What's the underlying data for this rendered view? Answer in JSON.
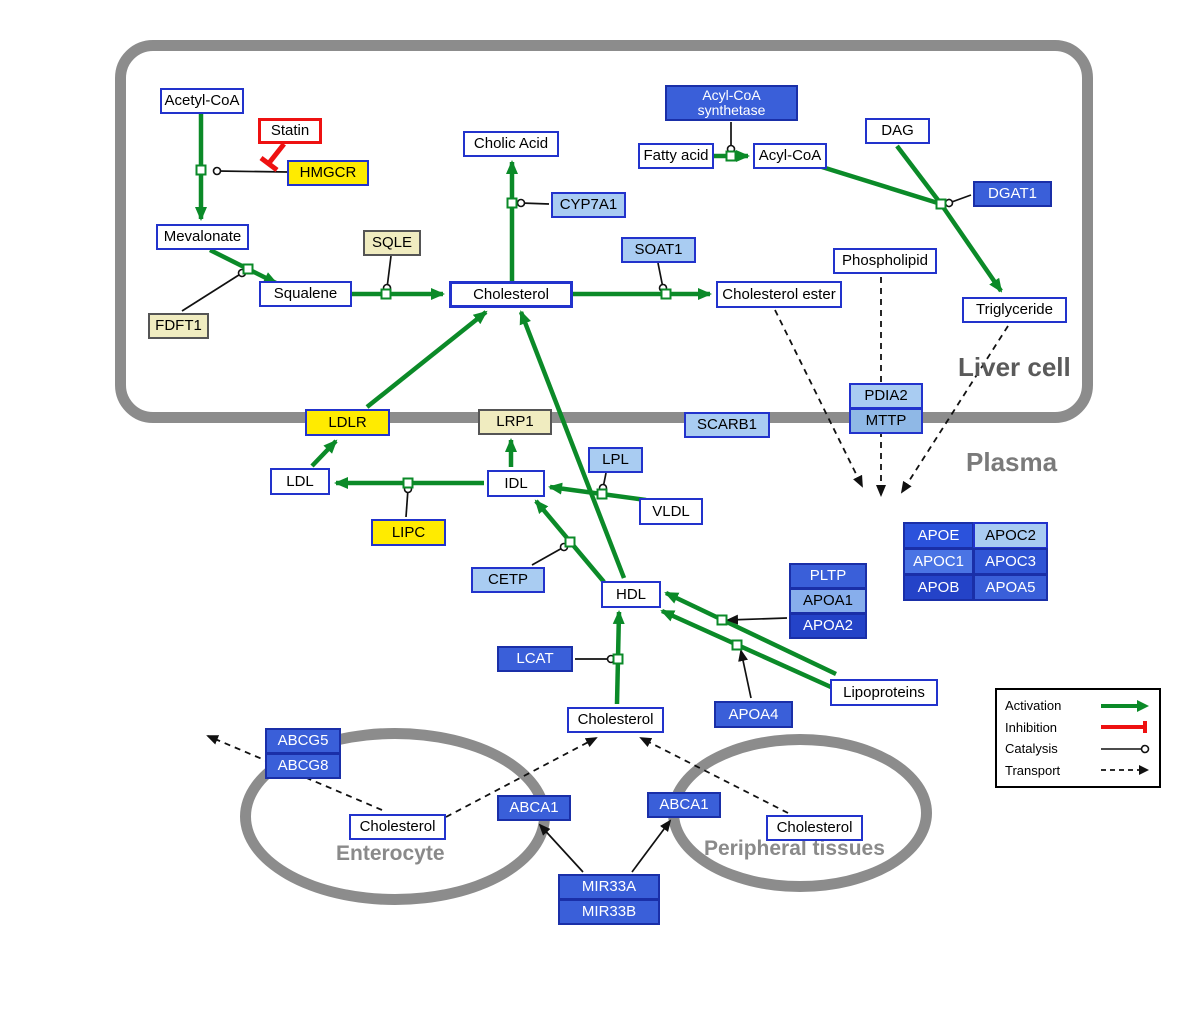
{
  "compartments": {
    "liver": "Liver cell",
    "plasma": "Plasma",
    "enterocyte": "Enterocyte",
    "peripheral": "Peripheral tissues"
  },
  "nodes": {
    "acetyl_coa": "Acetyl-CoA",
    "statin": "Statin",
    "hmgcr": "HMGCR",
    "mevalonate": "Mevalonate",
    "sqle": "SQLE",
    "squalene": "Squalene",
    "fdft1": "FDFT1",
    "cholic_acid": "Cholic Acid",
    "cyp7a1": "CYP7A1",
    "cholesterol_liver": "Cholesterol",
    "soat1": "SOAT1",
    "cholesterol_ester": "Cholesterol ester",
    "acyl_coa_synthetase": "Acyl-CoA synthetase",
    "fatty_acid": "Fatty acid",
    "acyl_coa": "Acyl-CoA",
    "dag": "DAG",
    "dgat1": "DGAT1",
    "phospholipid": "Phospholipid",
    "triglyceride": "Triglyceride",
    "ldlr": "LDLR",
    "lrp1": "LRP1",
    "scarb1": "SCARB1",
    "pdia2": "PDIA2",
    "mttp": "MTTP",
    "ldl": "LDL",
    "idl": "IDL",
    "lpl": "LPL",
    "vldl": "VLDL",
    "lipc": "LIPC",
    "cetp": "CETP",
    "hdl": "HDL",
    "pltp": "PLTP",
    "apoa1": "APOA1",
    "apoa2": "APOA2",
    "apoe": "APOE",
    "apoc2": "APOC2",
    "apoc1": "APOC1",
    "apoc3": "APOC3",
    "apob": "APOB",
    "apoa5": "APOA5",
    "lcat": "LCAT",
    "apoa4": "APOA4",
    "lipoproteins": "Lipoproteins",
    "cholesterol_plasma": "Cholesterol",
    "abcg5": "ABCG5",
    "abcg8": "ABCG8",
    "cholesterol_enterocyte": "Cholesterol",
    "abca1_left": "ABCA1",
    "abca1_right": "ABCA1",
    "cholesterol_peripheral": "Cholesterol",
    "mir33a": "MIR33A",
    "mir33b": "MIR33B"
  },
  "legend": {
    "activation": "Activation",
    "inhibition": "Inhibition",
    "catalysis": "Catalysis",
    "transport": "Transport"
  },
  "colors": {
    "activation_green": "#0B8A28",
    "inhibition_red": "#EE1111",
    "metabolite_border_blue": "#2233CC",
    "enzyme_blue": "#3A5FD9",
    "enzyme_light_blue": "#A9CCF2",
    "enzyme_yellow": "#FFEB00",
    "enzyme_pale_yellow": "#F0ECC0",
    "membrane_gray": "#8C8C8C"
  }
}
